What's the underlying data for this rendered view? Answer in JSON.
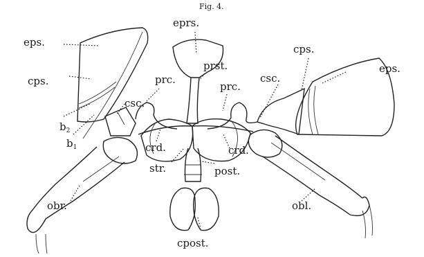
{
  "caption": "Fig. 4.",
  "labels": {
    "eprs": "eprs.",
    "prst": "prst.",
    "eps_left": "eps.",
    "eps_right": "eps.",
    "cps_left": "cps.",
    "cps_right": "cps.",
    "csc_left": "csc.",
    "csc_right": "csc.",
    "prc_left": "prc.",
    "prc_right": "prc.",
    "b2": "b",
    "b2_sub": "2",
    "b1": "b",
    "b1_sub": "1",
    "crd_left": "crd.",
    "crd_right": "crd.",
    "str": "str.",
    "post": "post.",
    "obr": "obr.",
    "obl": "obl.",
    "cpost": "cpost."
  }
}
